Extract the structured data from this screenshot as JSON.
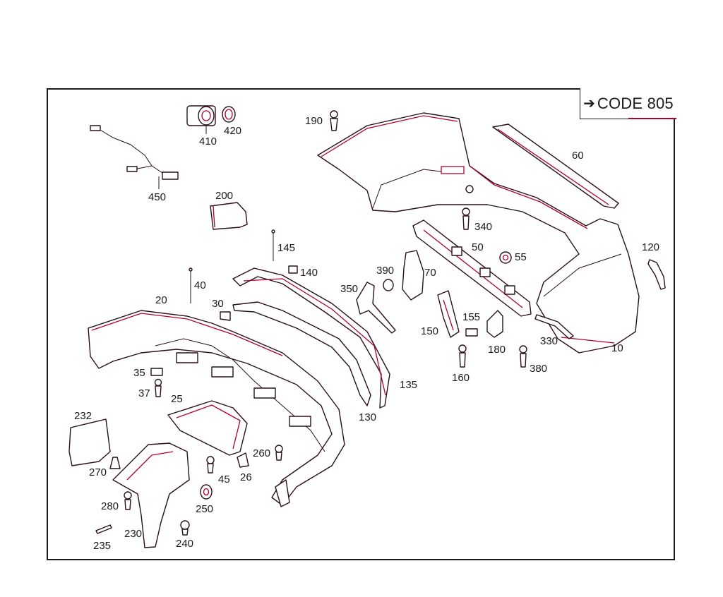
{
  "code_box": {
    "arrow": "➔",
    "text": "CODE 805"
  },
  "labels": {
    "l10": "10",
    "l20": "20",
    "l25": "25",
    "l26": "26",
    "l30": "30",
    "l35": "35",
    "l37": "37",
    "l40": "40",
    "l45": "45",
    "l50": "50",
    "l55": "55",
    "l60": "60",
    "l70": "70",
    "l120": "120",
    "l130": "130",
    "l135": "135",
    "l140": "140",
    "l145": "145",
    "l150": "150",
    "l155": "155",
    "l160": "160",
    "l180": "180",
    "l190": "190",
    "l200": "200",
    "l230": "230",
    "l232": "232",
    "l235": "235",
    "l240": "240",
    "l250": "250",
    "l260": "260",
    "l270": "270",
    "l280": "280",
    "l330": "330",
    "l340": "340",
    "l350": "350",
    "l380": "380",
    "l390": "390",
    "l410": "410",
    "l420": "420",
    "l450": "450"
  },
  "colors": {
    "line": "#2a1018",
    "accent": "#b0002a",
    "frame": "#1a1a1a"
  }
}
